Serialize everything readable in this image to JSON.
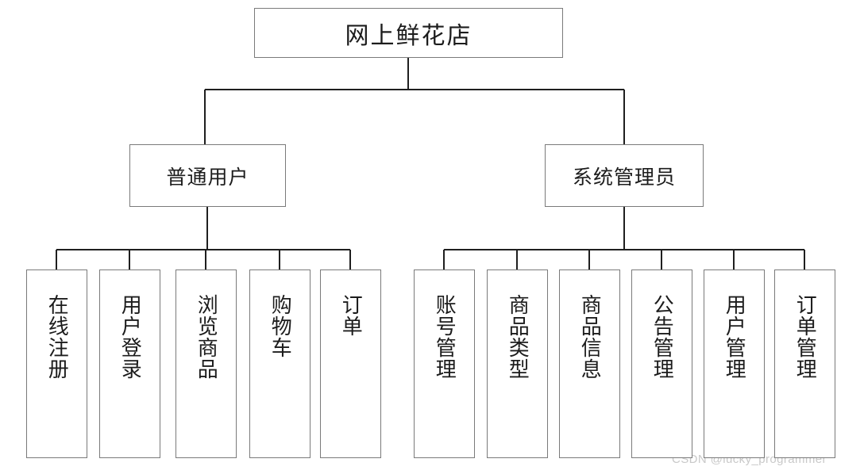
{
  "diagram": {
    "title": "网上鲜花店",
    "root": {
      "label": "网上鲜花店"
    },
    "level2": [
      {
        "label": "普通用户"
      },
      {
        "label": "系统管理员"
      }
    ],
    "user_features": [
      {
        "label": "在线注册"
      },
      {
        "label": "用户登录"
      },
      {
        "label": "浏览商品"
      },
      {
        "label": "购物车"
      },
      {
        "label": "订单"
      }
    ],
    "admin_features": [
      {
        "label": "账号管理"
      },
      {
        "label": "商品类型"
      },
      {
        "label": "商品信息"
      },
      {
        "label": "公告管理"
      },
      {
        "label": "用户管理"
      },
      {
        "label": "订单管理"
      }
    ],
    "watermark": "CSDN @lucky_programmer",
    "colors": {
      "box_border": "#7a7a7a",
      "connector": "#1f1f1f",
      "text": "#1c1c1c",
      "background": "#ffffff",
      "watermark": "#c9c9c9"
    }
  }
}
